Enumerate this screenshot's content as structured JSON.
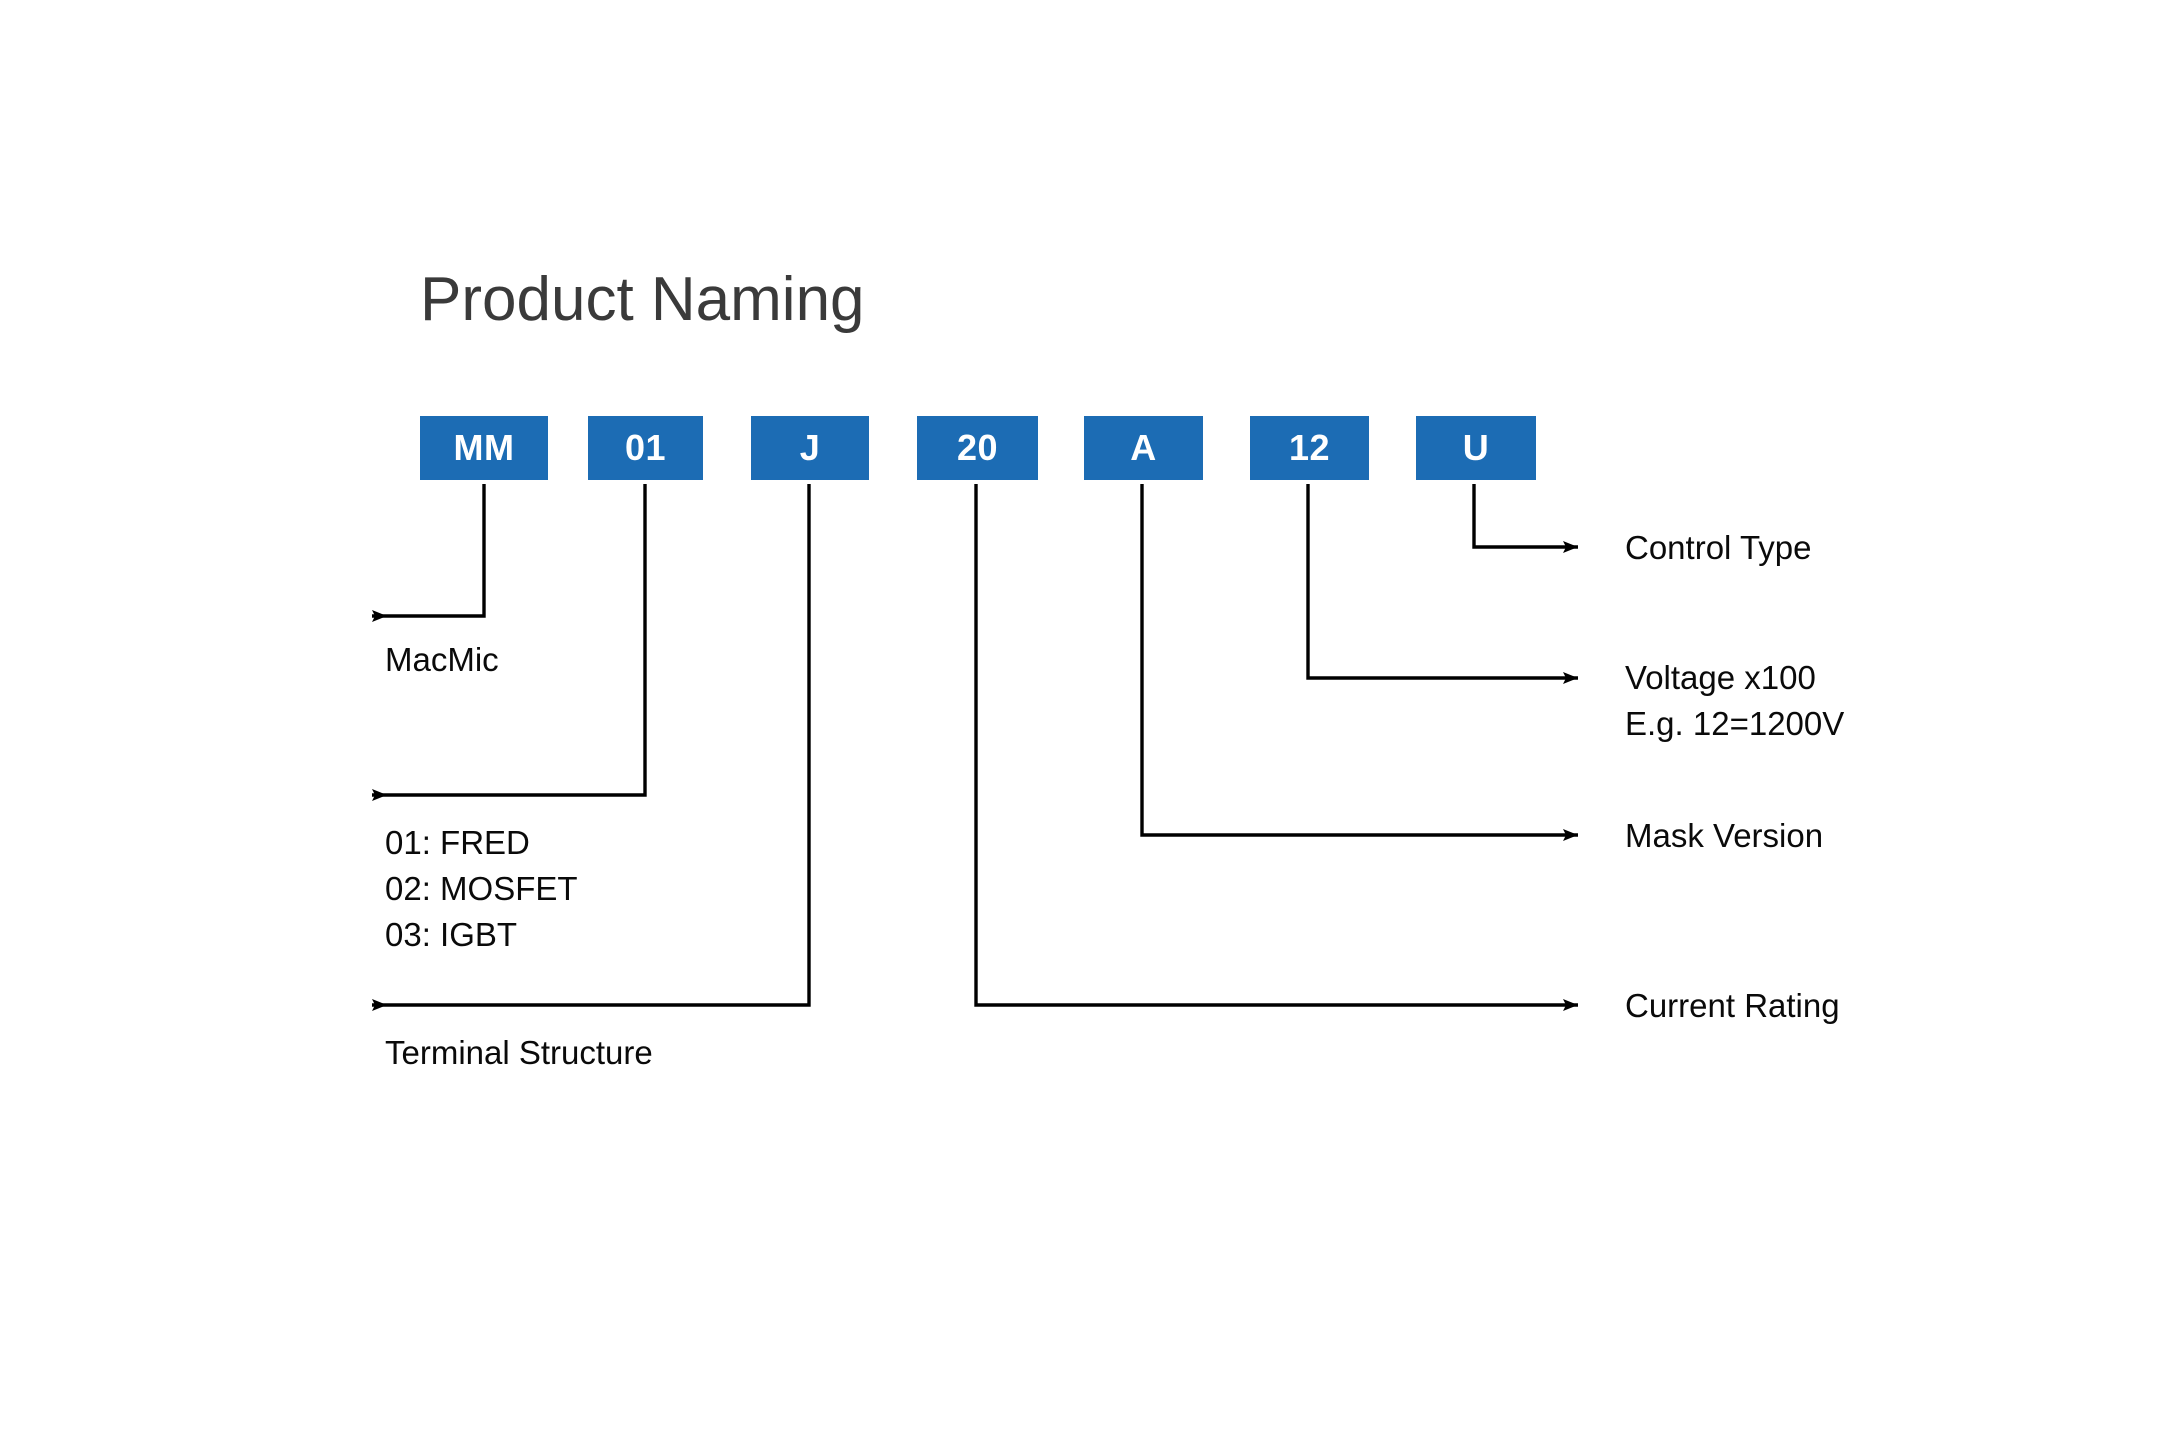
{
  "title": "Product Naming",
  "theme": {
    "box_fill": "#1c6cb4",
    "box_text": "#ffffff",
    "label_text": "#0a0a0a",
    "title_text": "#3a3a3a",
    "leader_line": "#000000",
    "background": "#ffffff"
  },
  "part_code": {
    "segments": [
      {
        "id": "manufacturer",
        "value": "MM"
      },
      {
        "id": "device-type",
        "value": "01"
      },
      {
        "id": "terminal-structure",
        "value": "J"
      },
      {
        "id": "current-rating",
        "value": "20"
      },
      {
        "id": "mask-version",
        "value": "A"
      },
      {
        "id": "voltage",
        "value": "12"
      },
      {
        "id": "control-type",
        "value": "U"
      }
    ]
  },
  "callouts": {
    "manufacturer": "MacMic",
    "device_type": "01: FRED\n02: MOSFET\n03: IGBT",
    "terminal_structure": "Terminal Structure",
    "control_type": "Control Type",
    "voltage": "Voltage x100\nE.g. 12=1200V",
    "mask_version": "Mask Version",
    "current_rating": "Current Rating"
  }
}
